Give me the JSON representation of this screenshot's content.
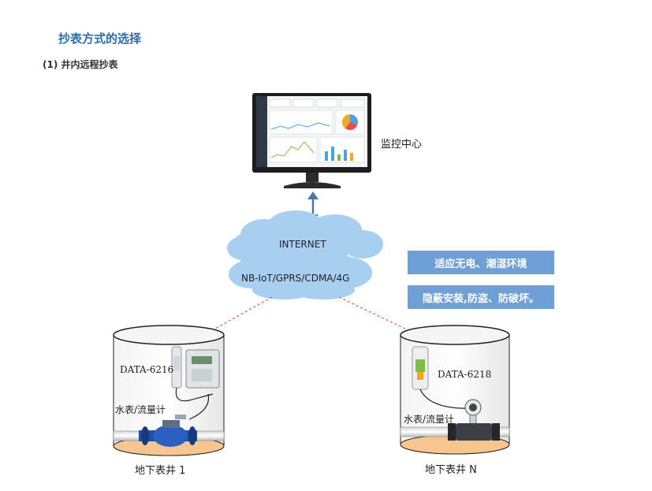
{
  "heading": "抄表方式的选择",
  "subheading": "(1) 井内远程抄表",
  "monitor_label": "监控中心",
  "cloud": {
    "top_text": "INTERNET",
    "bottom_text": "NB-IoT/GPRS/CDMA/4G"
  },
  "notes": [
    "适应无电、潮湿环境",
    "隐蔽安装,防盗、防破坏。"
  ],
  "well_left": {
    "device": "DATA-6216",
    "meter": "水表/流量计",
    "caption": "地下表井 1"
  },
  "well_right": {
    "device": "DATA-6218",
    "meter": "水表/流量计",
    "caption": "地下表井 N"
  },
  "colors": {
    "heading": "#2a6cb0",
    "cloud": "#a8cff0",
    "note_box": "#6e9fd6",
    "link_dash": "#e05a4e",
    "arrow": "#4a78a8"
  }
}
